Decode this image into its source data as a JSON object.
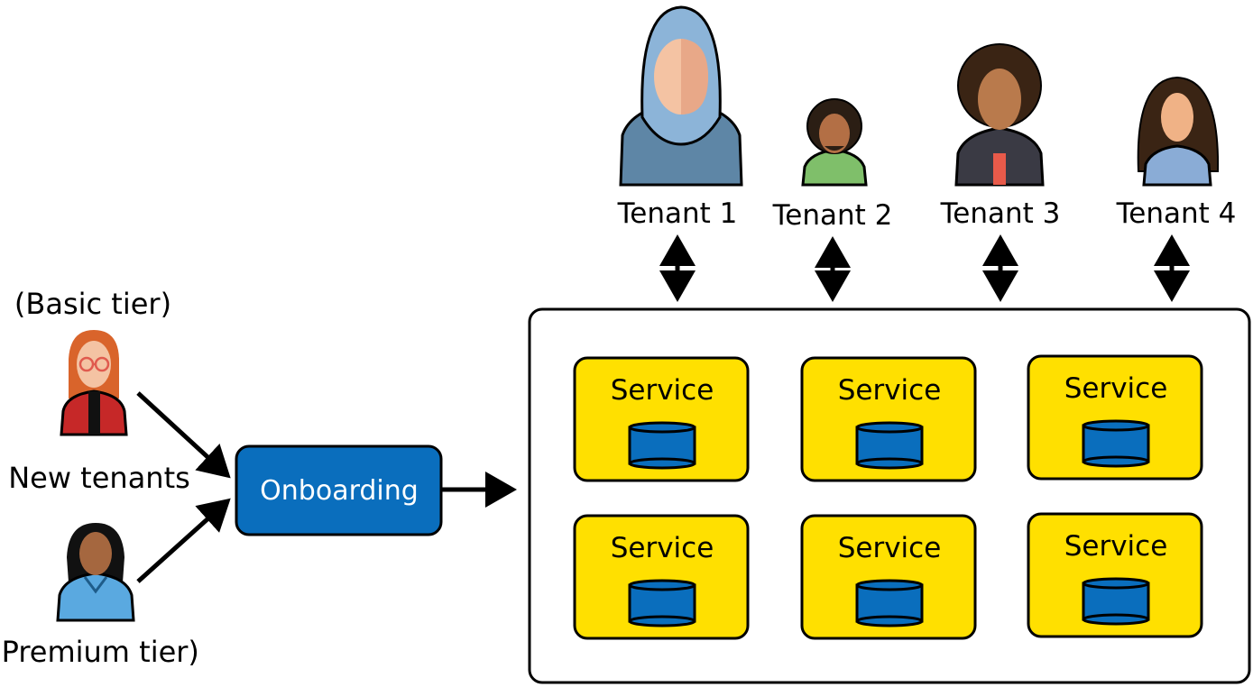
{
  "colors": {
    "service_fill": "#FFE000",
    "database_fill": "#0A6EBD",
    "onboarding_fill": "#0A6EBD",
    "stroke": "#000000"
  },
  "left": {
    "basic_tier_label": "(Basic tier)",
    "new_tenants_label": "New tenants",
    "premium_tier_label": "(Premium tier)"
  },
  "onboarding": {
    "label": "Onboarding"
  },
  "tenants": [
    {
      "label": "Tenant 1",
      "icon": "tenant-hijab-avatar-icon"
    },
    {
      "label": "Tenant 2",
      "icon": "tenant-curly-hair-avatar-icon"
    },
    {
      "label": "Tenant 3",
      "icon": "tenant-woman-curly-hair-avatar-icon"
    },
    {
      "label": "Tenant 4",
      "icon": "tenant-woman-long-hair-avatar-icon"
    }
  ],
  "services": [
    {
      "label": "Service"
    },
    {
      "label": "Service"
    },
    {
      "label": "Service"
    },
    {
      "label": "Service"
    },
    {
      "label": "Service"
    },
    {
      "label": "Service"
    }
  ]
}
